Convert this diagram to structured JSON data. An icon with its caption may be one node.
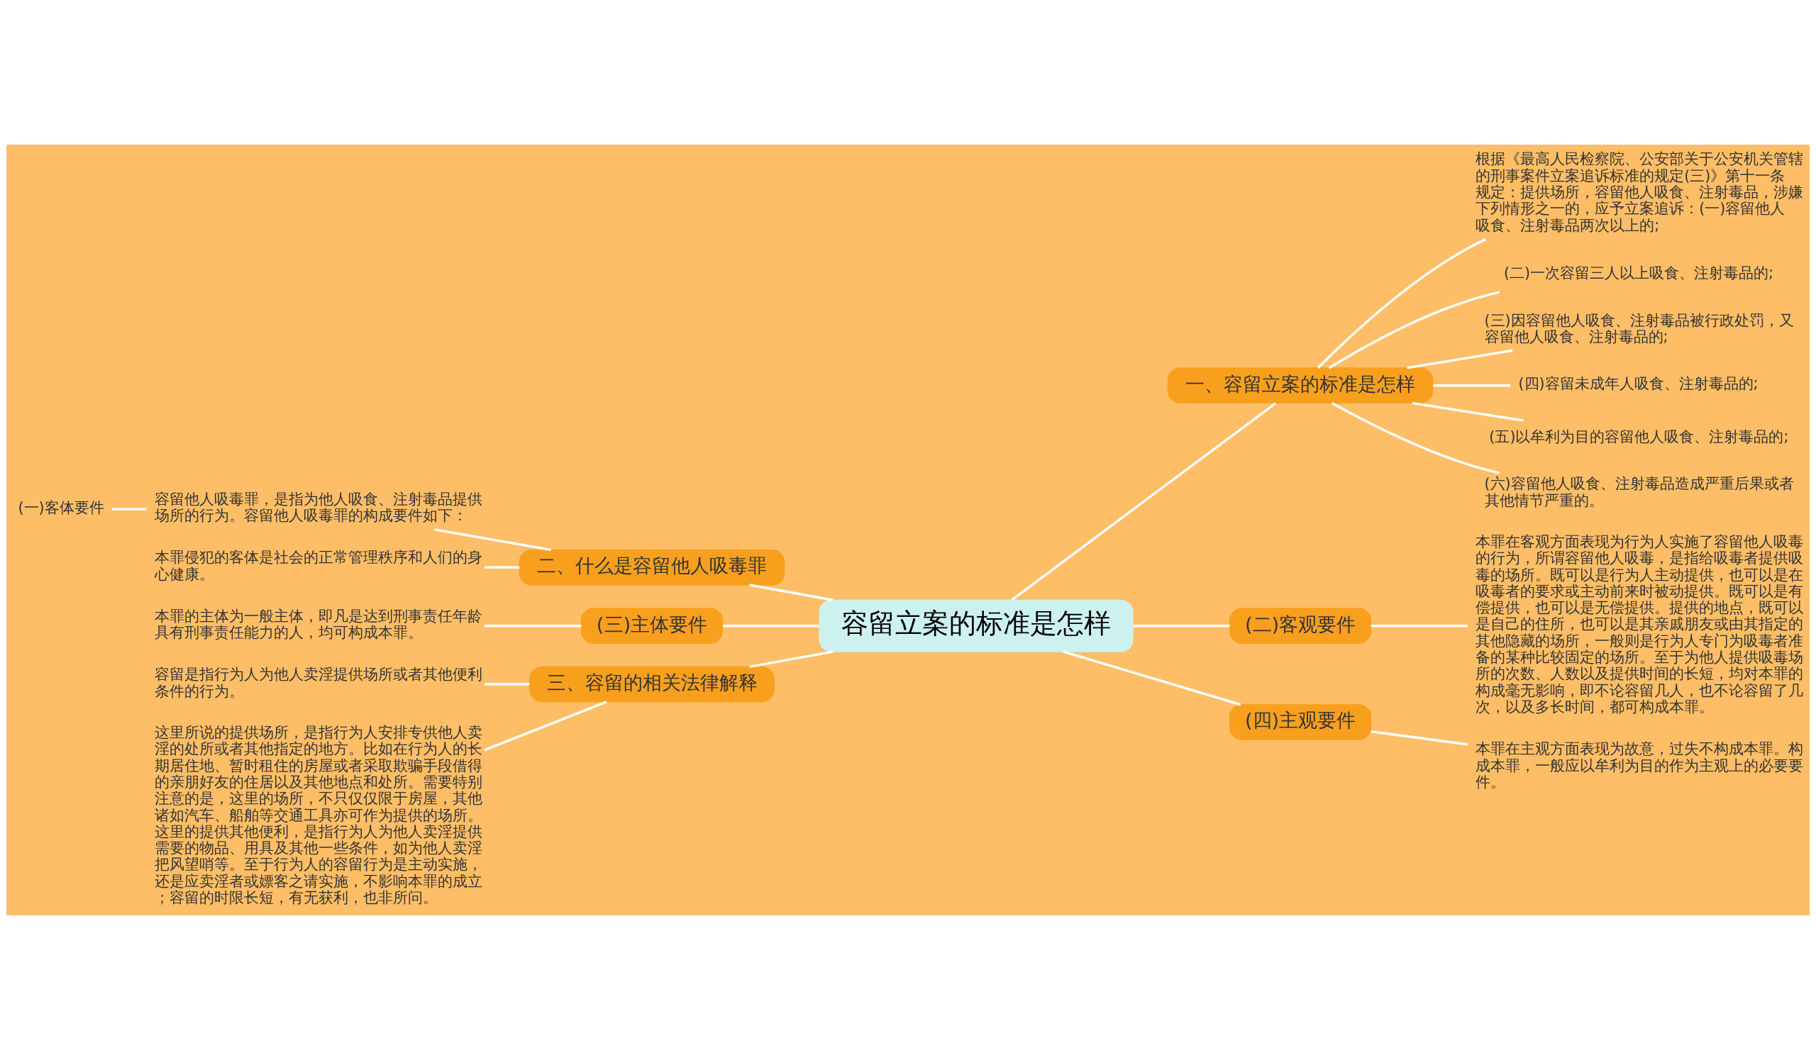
{
  "diagram": {
    "nodes": [
      {
        "text": [
          "容留立案的标准是怎样"
        ]
      },
      {
        "text": [
          "一、容留立案的标准是怎样"
        ]
      },
      {
        "text": [
          "根据《最高人民检察院、公安部关于公安机关管辖的刑事案件立案追诉标准的规定(三)》第十一条规定：提供场所，容留他人吸食、注射毒品，涉嫌下列情形之一的，应予立案追诉：(一)容留他人吸食、注射毒品两次以上的;"
        ]
      },
      {
        "text": [
          "(二)一次容留三人以上吸食、注射毒品的;"
        ]
      },
      {
        "text": [
          "(三)因容留他人吸食、注射毒品被行政处罚，又容留他人吸食、注射毒品的;"
        ]
      },
      {
        "text": [
          "(四)容留未成年人吸食、注射毒品的;"
        ]
      },
      {
        "text": [
          "(五)以牟利为目的容留他人吸食、注射毒品的;"
        ]
      },
      {
        "text": [
          "(六)容留他人吸食、注射毒品造成严重后果或者其他情节严重的。"
        ]
      },
      {
        "text": [
          "(二)客观要件"
        ]
      },
      {
        "text": [
          "本罪在客观方面表现为行为人实施了容留他人吸毒的行为，所谓容留他人吸毒，是指给吸毒者提供吸毒的场所。既可以是行为人主动提供，也可以是在吸毒者的要求或主动前来时被动提供。既可以是有偿提供，也可以是无偿提供。提供的地点，既可以是自己的住所，也可以是其亲戚朋友或由其指定的其他隐藏的场所，一般则是行为人专门为吸毒者准备的某种比较固定的场所。至于为他人提供吸毒场所的次数、人数以及提供时间的长短，均对本罪的构成毫无影响，即不论容留几人，也不论容留了几次，以及多长时间，都可构成本罪。"
        ]
      },
      {
        "text": [
          "(四)主观要件"
        ]
      },
      {
        "text": [
          "本罪在主观方面表现为故意，过失不构成本罪。构成本罪，一般应以牟利为目的作为主观上的必要要件。"
        ]
      },
      {
        "text": [
          "二、什么是容留他人吸毒罪"
        ]
      },
      {
        "text": [
          "容留他人吸毒罪，是指为他人吸食、注射毒品提供场所的行为。容留他人吸毒罪的构成要件如下："
        ]
      },
      {
        "text": [
          "(一)客体要件"
        ]
      },
      {
        "text": [
          "本罪侵犯的客体是社会的正常管理秩序和人们的身心健康。"
        ]
      },
      {
        "text": [
          "(三)主体要件"
        ]
      },
      {
        "text": [
          "本罪的主体为一般主体，即凡是达到刑事责任年龄具有刑事责任能力的人，均可构成本罪。"
        ]
      },
      {
        "text": [
          "三、容留的相关法律解释"
        ]
      },
      {
        "text": [
          "容留是指行为人为他人卖淫提供场所或者其他便利条件的行为。"
        ]
      },
      {
        "text": [
          "这里所说的提供场所，是指行为人安排专供他人卖淫的处所或者其他指定的地方。比如在行为人的长期居住地、暂时租住的房屋或者采取欺骗手段借得的亲朋好友的住居以及其他地点和处所。需要特别注意的是，这里的场所，不只仅仅限于房屋，其他诸如汽车、船舶等交通工具亦可作为提供的场所。这里的提供其他便利，是指行为人为他人卖淫提供需要的物品、用具及其他一些条件，如为他人卖淫把风望哨等。至于行为人的容留行为是主动实施，还是应卖淫者或嫖客之请实施，不影响本罪的成立；容留的时限长短，有无获利，也非所问。"
        ]
      }
    ],
    "edges": [
      {
        "from": 0,
        "to": 1,
        "arrow": "none"
      },
      {
        "from": 1,
        "to": 2,
        "arrow": "none"
      },
      {
        "from": 1,
        "to": 3,
        "arrow": "none"
      },
      {
        "from": 1,
        "to": 4,
        "arrow": "none"
      },
      {
        "from": 1,
        "to": 5,
        "arrow": "none"
      },
      {
        "from": 1,
        "to": 6,
        "arrow": "none"
      },
      {
        "from": 1,
        "to": 7,
        "arrow": "none"
      },
      {
        "from": 0,
        "to": 8,
        "arrow": "none"
      },
      {
        "from": 8,
        "to": 9,
        "arrow": "none"
      },
      {
        "from": 0,
        "to": 10,
        "arrow": "none"
      },
      {
        "from": 10,
        "to": 11,
        "arrow": "none"
      },
      {
        "from": 0,
        "to": 12,
        "arrow": "none"
      },
      {
        "from": 12,
        "to": 13,
        "arrow": "none"
      },
      {
        "from": 13,
        "to": 14,
        "arrow": "none"
      },
      {
        "from": 12,
        "to": 15,
        "arrow": "none"
      },
      {
        "from": 0,
        "to": 16,
        "arrow": "none"
      },
      {
        "from": 16,
        "to": 17,
        "arrow": "none"
      },
      {
        "from": 0,
        "to": 18,
        "arrow": "none"
      },
      {
        "from": 18,
        "to": 19,
        "arrow": "none"
      },
      {
        "from": 18,
        "to": 20,
        "arrow": "none"
      }
    ]
  }
}
